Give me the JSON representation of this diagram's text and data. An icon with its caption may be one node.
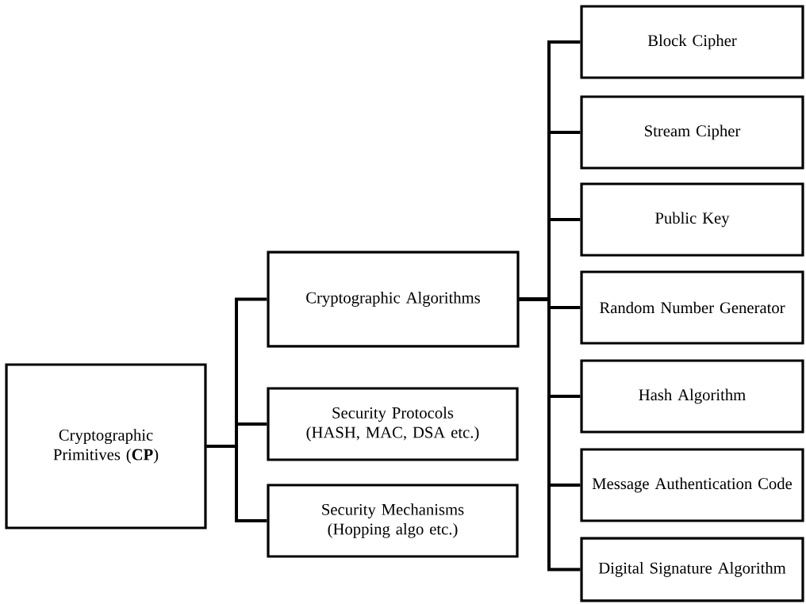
{
  "diagram": {
    "nodes": [
      {
        "text": [
          "Cryptographic Primitives (**CP**)"
        ]
      },
      {
        "text": [
          "Cryptographic Algorithms"
        ]
      },
      {
        "text": [
          "Security Protocols (HASH, MAC, DSA etc.)"
        ]
      },
      {
        "text": [
          "Security Mechanisms (Hopping algo etc.)"
        ]
      },
      {
        "text": [
          "Block Cipher"
        ]
      },
      {
        "text": [
          "Stream Cipher"
        ]
      },
      {
        "text": [
          "Public Key"
        ]
      },
      {
        "text": [
          "Random  Number Generator"
        ]
      },
      {
        "text": [
          "Hash Algorithm"
        ]
      },
      {
        "text": [
          "Message Authentication Code"
        ]
      },
      {
        "text": [
          "Digital Signature Algorithm"
        ]
      }
    ],
    "edges": [
      {
        "from": 0,
        "to": 1,
        "arrow": "none"
      },
      {
        "from": 0,
        "to": 2,
        "arrow": "none"
      },
      {
        "from": 0,
        "to": 3,
        "arrow": "none"
      },
      {
        "from": 1,
        "to": 4,
        "arrow": "none"
      },
      {
        "from": 1,
        "to": 5,
        "arrow": "none"
      },
      {
        "from": 1,
        "to": 6,
        "arrow": "none"
      },
      {
        "from": 1,
        "to": 7,
        "arrow": "none"
      },
      {
        "from": 1,
        "to": 8,
        "arrow": "none"
      },
      {
        "from": 1,
        "to": 9,
        "arrow": "none"
      },
      {
        "from": 1,
        "to": 10,
        "arrow": "none"
      }
    ]
  }
}
